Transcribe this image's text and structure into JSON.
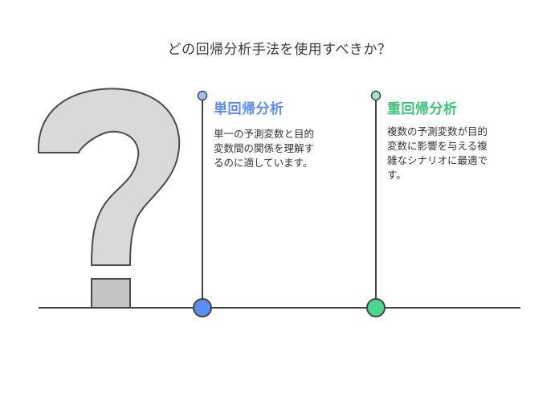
{
  "title": "どの回帰分析手法を使用すべきか？",
  "colors": {
    "line": "#444444",
    "blue": "#5b8ef5",
    "green": "#4cd58f",
    "blue_text": "#5b8ef5",
    "green_text": "#3ec27c",
    "question_fill": "#d9d9d9",
    "question_stroke": "#4a4a4a"
  },
  "icons": {
    "question_mark": "question-mark-icon"
  },
  "options": [
    {
      "heading": "単回帰分析",
      "lines": [
        "単一の予測変数と目的",
        "変数間の関係を理解す",
        "るのに適しています。"
      ]
    },
    {
      "heading": "重回帰分析",
      "lines": [
        "複数の予測変数が目的",
        "変数に影響を与える複",
        "雑なシナリオに最適で",
        "す。"
      ]
    }
  ]
}
